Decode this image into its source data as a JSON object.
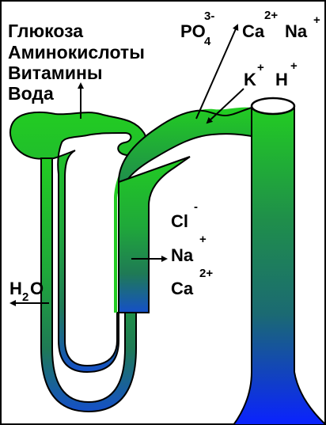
{
  "absorbed_list": [
    "Глюкоза",
    "Аминокислоты",
    "Витамины",
    "Вода"
  ],
  "top_ions": {
    "phosphate": {
      "base": "PO",
      "sub": "4",
      "sup": "3-"
    },
    "calcium": {
      "base": "Ca",
      "sup": "2+"
    },
    "sodium": {
      "base": "Na",
      "sup": "+"
    }
  },
  "secreted_ions": {
    "potassium": {
      "base": "K",
      "sup": "+"
    },
    "hydrogen": {
      "base": "H",
      "sup": "+"
    }
  },
  "loop_ions": {
    "chloride": {
      "base": "Cl",
      "sup": "-"
    },
    "sodium": {
      "base": "Na",
      "sup": "+"
    },
    "calcium": {
      "base": "Ca",
      "sup": "2+"
    }
  },
  "water": {
    "base": "H",
    "sub": "2",
    "tail": "O"
  },
  "colors": {
    "green": "#22cc22",
    "teal": "#1f7a55",
    "blue": "#1030ff",
    "outline": "#000000"
  }
}
